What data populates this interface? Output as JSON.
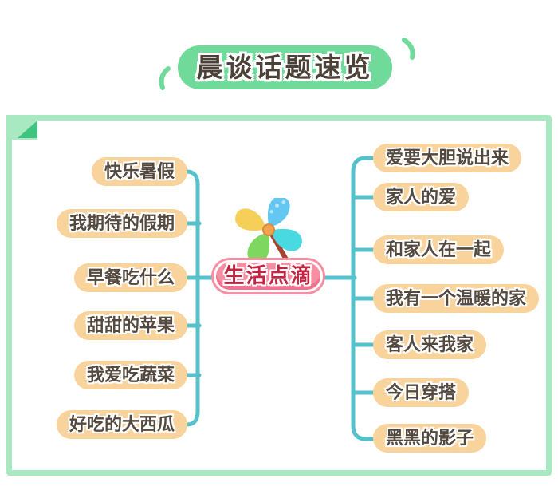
{
  "title": {
    "text": "晨谈话题速览"
  },
  "colors": {
    "title_green": "#6FDA99",
    "panel_border": "#A8E9C2",
    "fold_dark": "#3EC57D",
    "node_fill": "#F9D39C",
    "node_text": "#54493F",
    "line_teal": "#54C1CB",
    "center_fill": "#F78FA3",
    "center_text": "#C32441"
  },
  "mindmap": {
    "center": {
      "label": "生活点滴"
    },
    "left_branches": [
      {
        "label": "快乐暑假"
      },
      {
        "label": "我期待的假期"
      },
      {
        "label": "早餐吃什么"
      },
      {
        "label": "甜甜的苹果"
      },
      {
        "label": "我爱吃蔬菜"
      },
      {
        "label": "好吃的大西瓜"
      }
    ],
    "right_branches": [
      {
        "label": "爱要大胆说出来"
      },
      {
        "label": "家人的爱"
      },
      {
        "label": "和家人在一起"
      },
      {
        "label": "我有一个温暖的家"
      },
      {
        "label": "客人来我家"
      },
      {
        "label": "今日穿搭"
      },
      {
        "label": "黑黑的影子"
      }
    ]
  }
}
